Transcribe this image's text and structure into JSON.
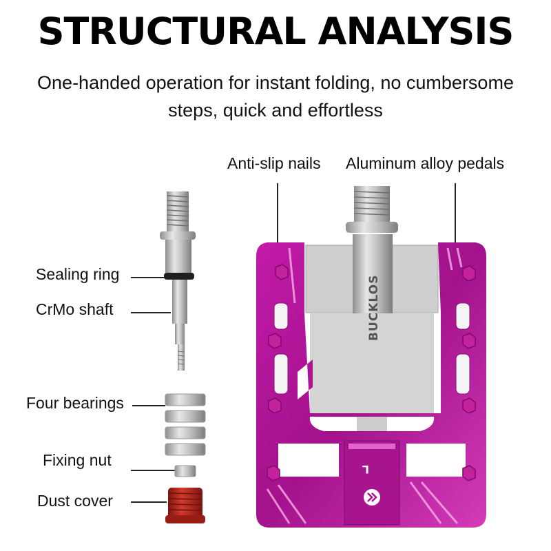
{
  "header": {
    "title": "STRUCTURAL ANALYSIS",
    "subtitle": "One-handed operation for instant folding, no cumbersome steps, quick and effortless"
  },
  "callouts": {
    "anti_slip_nails": "Anti-slip nails",
    "aluminum_pedals": "Aluminum alloy pedals",
    "sealing_ring": "Sealing ring",
    "crmo_shaft": "CrMo shaft",
    "four_bearings": "Four bearings",
    "fixing_nut": "Fixing nut",
    "dust_cover": "Dust cover"
  },
  "pedal": {
    "brand_text": "BUCKLOS",
    "side_mark": "L"
  },
  "colors": {
    "pedal_magenta": "#b5179e",
    "pedal_light": "#e85fd0",
    "silver": "#c9c9c9",
    "dust_cover_red": "#b8261c"
  }
}
